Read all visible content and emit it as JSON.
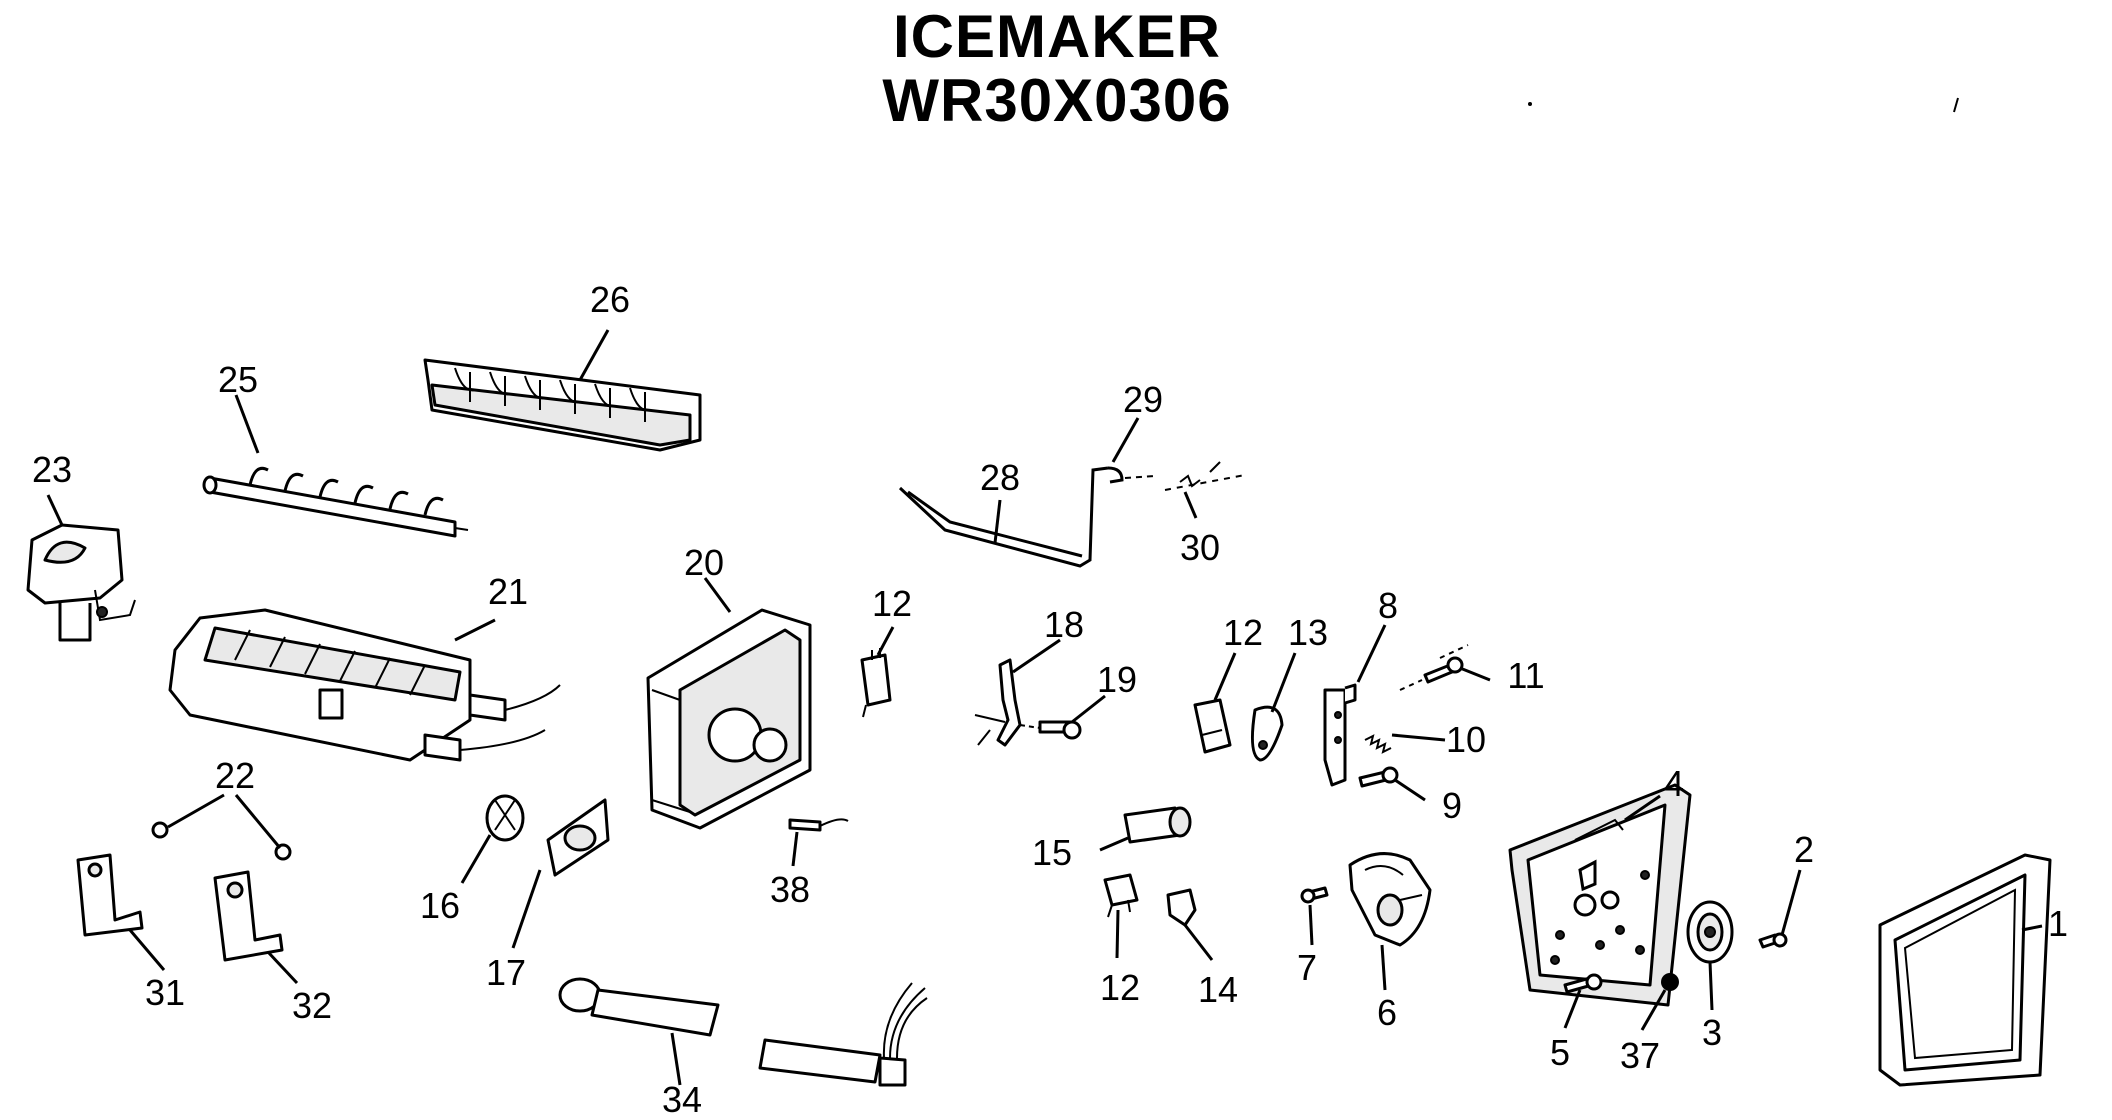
{
  "title": {
    "line1": "ICEMAKER",
    "line2": "WR30X0306"
  },
  "callouts": [
    {
      "id": "c1",
      "label": "1"
    },
    {
      "id": "c2",
      "label": "2"
    },
    {
      "id": "c3",
      "label": "3"
    },
    {
      "id": "c4",
      "label": "4"
    },
    {
      "id": "c5",
      "label": "5"
    },
    {
      "id": "c6",
      "label": "6"
    },
    {
      "id": "c7",
      "label": "7"
    },
    {
      "id": "c8",
      "label": "8"
    },
    {
      "id": "c9",
      "label": "9"
    },
    {
      "id": "c10",
      "label": "10"
    },
    {
      "id": "c11",
      "label": "11"
    },
    {
      "id": "c12a",
      "label": "12"
    },
    {
      "id": "c12b",
      "label": "12"
    },
    {
      "id": "c12c",
      "label": "12"
    },
    {
      "id": "c13",
      "label": "13"
    },
    {
      "id": "c14",
      "label": "14"
    },
    {
      "id": "c15",
      "label": "15"
    },
    {
      "id": "c16",
      "label": "16"
    },
    {
      "id": "c17",
      "label": "17"
    },
    {
      "id": "c18",
      "label": "18"
    },
    {
      "id": "c19",
      "label": "19"
    },
    {
      "id": "c20",
      "label": "20"
    },
    {
      "id": "c21",
      "label": "21"
    },
    {
      "id": "c22",
      "label": "22"
    },
    {
      "id": "c23",
      "label": "23"
    },
    {
      "id": "c25",
      "label": "25"
    },
    {
      "id": "c26",
      "label": "26"
    },
    {
      "id": "c28",
      "label": "28"
    },
    {
      "id": "c29",
      "label": "29"
    },
    {
      "id": "c30",
      "label": "30"
    },
    {
      "id": "c31",
      "label": "31"
    },
    {
      "id": "c32",
      "label": "32"
    },
    {
      "id": "c34",
      "label": "34"
    },
    {
      "id": "c37",
      "label": "37"
    },
    {
      "id": "c38",
      "label": "38"
    }
  ]
}
